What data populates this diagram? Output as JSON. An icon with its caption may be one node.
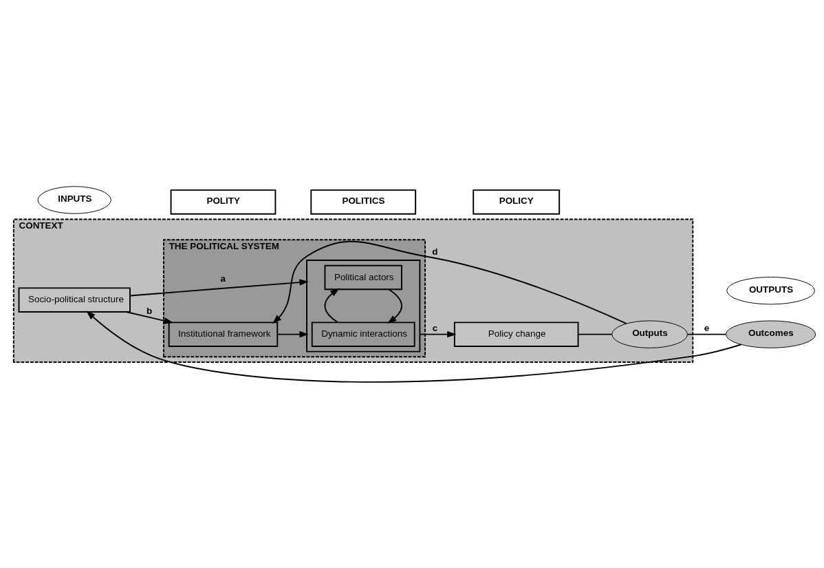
{
  "diagram": {
    "nodes": [
      {
        "text": [
          "CONTEXT"
        ]
      },
      {
        "text": [
          "THE POLITICAL SYSTEM"
        ],
        "in": 0
      },
      {
        "text": [
          "Socio-political structure"
        ],
        "in": 0
      },
      {
        "text": [
          "Institutional framework"
        ],
        "in": 1
      },
      {
        "text": [],
        "shape": "box",
        "in": 1
      },
      {
        "text": [
          "Political actors"
        ],
        "in": 4
      },
      {
        "text": [
          "Dynamic interactions"
        ],
        "in": 4
      },
      {
        "text": [
          "Policy change"
        ],
        "in": 0
      },
      {
        "text": [
          "Outputs"
        ],
        "in": 0
      },
      {
        "text": [
          "Outcomes"
        ]
      },
      {
        "text": [
          "INPUTS"
        ]
      },
      {
        "text": [
          "POLITY"
        ]
      },
      {
        "text": [
          "POLITICS"
        ]
      },
      {
        "text": [
          "POLICY"
        ]
      },
      {
        "text": [
          "OUTPUTS"
        ]
      }
    ],
    "edges": [
      {
        "from": 2,
        "to": 4,
        "arrow": "to",
        "label": "a"
      },
      {
        "from": 2,
        "to": 3,
        "arrow": "to",
        "label": "b"
      },
      {
        "from": 3,
        "to": 4,
        "arrow": "to"
      },
      {
        "from": 5,
        "to": 6,
        "arrow": "to"
      },
      {
        "from": 6,
        "to": 5,
        "arrow": "to"
      },
      {
        "from": 4,
        "to": 7,
        "arrow": "to",
        "label": "c"
      },
      {
        "from": 7,
        "to": 8,
        "arrow": "none"
      },
      {
        "from": 8,
        "to": 3,
        "arrow": "to",
        "label": "d"
      },
      {
        "from": 8,
        "to": 9,
        "arrow": "none",
        "label": "e"
      },
      {
        "from": 9,
        "to": 2,
        "arrow": "to"
      }
    ]
  }
}
